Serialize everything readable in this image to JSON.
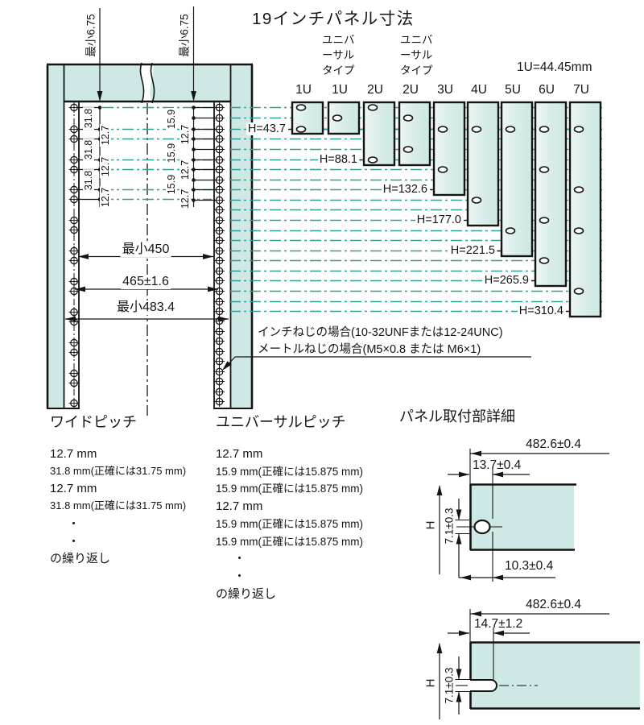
{
  "colors": {
    "teal_fill": "#cde8e5",
    "panel_fill": "#d5ebe8",
    "teal_line": "#2f9e98",
    "ink": "#141414"
  },
  "header": {
    "title": "19インチパネル寸法",
    "unit_note": "1U=44.45mm",
    "universal_type_lines": [
      "ユニバ",
      "ーサル",
      "タイプ"
    ]
  },
  "rack": {
    "min_edge_label": "最小6.75",
    "wide_chain_labels": [
      "31.8",
      "12.7",
      "31.8",
      "12.7",
      "31.8",
      "12.7"
    ],
    "universal_chain_labels": [
      "15.9",
      "12.7",
      "15.9",
      "12.7",
      "15.9",
      "12.7"
    ],
    "width_dims": [
      "最小450",
      "465±1.6",
      "最小483.4"
    ],
    "screw_notes": [
      "インチねじの場合(10-32UNFまたは12-24UNC)",
      "メートルねじの場合(M5×0.8 または M6×1)"
    ]
  },
  "panels": {
    "u_labels": [
      "1U",
      "1U",
      "2U",
      "2U",
      "3U",
      "4U",
      "5U",
      "6U",
      "7U"
    ],
    "h_labels": [
      "H=43.7",
      "H=88.1",
      "H=132.6",
      "H=177.0",
      "H=221.5",
      "H=265.9",
      "H=310.4"
    ]
  },
  "pitch_sections": {
    "wide": {
      "heading": "ワイドピッチ",
      "items": [
        "12.7 mm",
        "31.8 mm(正確には31.75 mm)",
        "12.7 mm",
        "31.8 mm(正確には31.75 mm)",
        "・",
        "・",
        "の繰り返し"
      ]
    },
    "universal": {
      "heading": "ユニバーサルピッチ",
      "items": [
        "12.7 mm",
        "15.9 mm(正確には15.875 mm)",
        "15.9 mm(正確には15.875 mm)",
        "12.7 mm",
        "15.9 mm(正確には15.875 mm)",
        "15.9 mm(正確には15.875 mm)",
        "・",
        "・",
        "の繰り返し"
      ]
    }
  },
  "detail": {
    "heading": "パネル取付部詳細",
    "upper": {
      "panel_width": "482.6±0.4",
      "hole_offset": "13.7±0.4",
      "hole_height": "7.1±0.3",
      "panel_height": "H",
      "hole_bottom": "10.3±0.4"
    },
    "lower": {
      "panel_width": "482.6±0.4",
      "hole_offset": "14.7±1.2",
      "hole_height": "7.1±0.3",
      "panel_height": "H"
    }
  }
}
